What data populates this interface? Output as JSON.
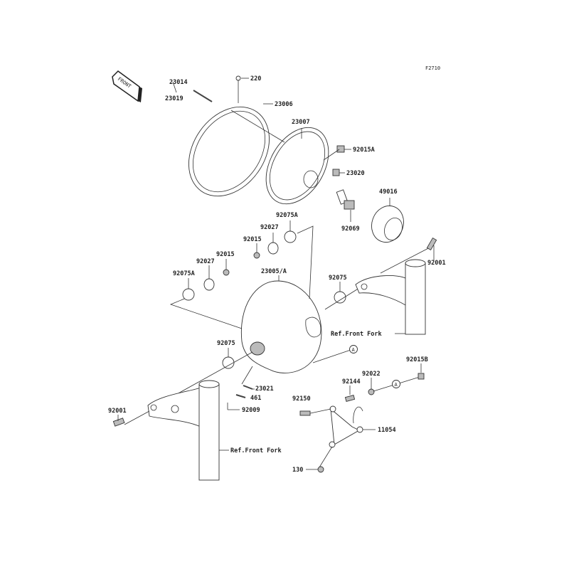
{
  "figure_code": "F2710",
  "front_badge": "FRONT",
  "parts": {
    "p23014": "23014",
    "p220": "220",
    "p23019": "23019",
    "p23006": "23006",
    "p23007": "23007",
    "p92015A": "92015A",
    "p23020": "23020",
    "p49016": "49016",
    "p92069": "92069",
    "p92075A_top": "92075A",
    "p92027_top": "92027",
    "p92015_top": "92015",
    "p92015_mid": "92015",
    "p92027_mid": "92027",
    "p92075A_mid": "92075A",
    "p23005A": "23005/A",
    "p92075_right": "92075",
    "p92001_right": "92001",
    "ref_fork_right": "Ref.Front Fork",
    "p92075_left": "92075",
    "marker_a1": "A",
    "p92015B": "92015B",
    "p92022": "92022",
    "p92144": "92144",
    "p23021": "23021",
    "p461": "461",
    "p92150": "92150",
    "p92009": "92009",
    "p92001_left": "92001",
    "marker_a2": "A",
    "p11054": "11054",
    "ref_fork_left": "Ref.Front Fork",
    "p130": "130"
  }
}
